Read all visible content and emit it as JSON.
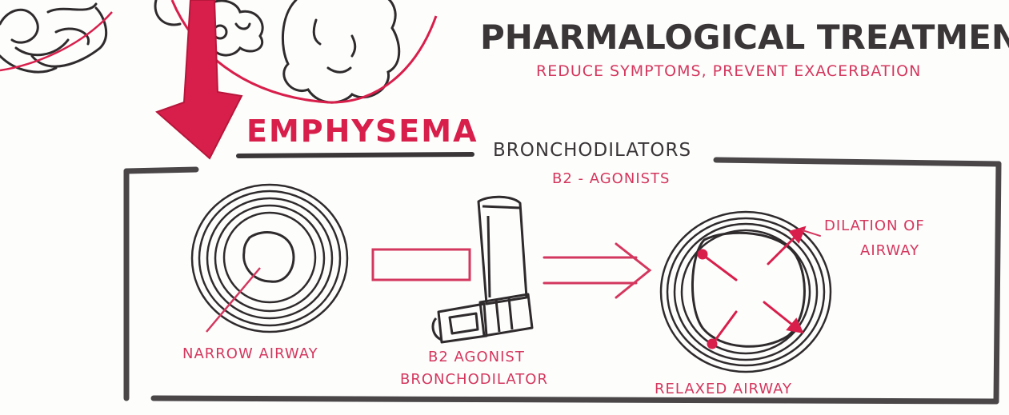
{
  "title": "PHARMALOGICAL TREATMENT",
  "subtitle": "REDUCE SYMPTOMS, PREVENT EXACERBATION",
  "emphysema_label": "EMPHYSEMA",
  "section_title": "BRONCHODILATORS",
  "section_subtitle": "B2 - AGONISTS",
  "labels": {
    "narrow": "NARROW AIRWAY",
    "agonist_line1": "B2 AGONIST",
    "agonist_line2": "BRONCHODILATOR",
    "dilation_line1": "DILATION OF",
    "dilation_line2": "AIRWAY",
    "relaxed": "RELAXED AIRWAY"
  },
  "colors": {
    "ink": "#3a3638",
    "red": "#d81f4b",
    "pink": "#d4375e"
  }
}
